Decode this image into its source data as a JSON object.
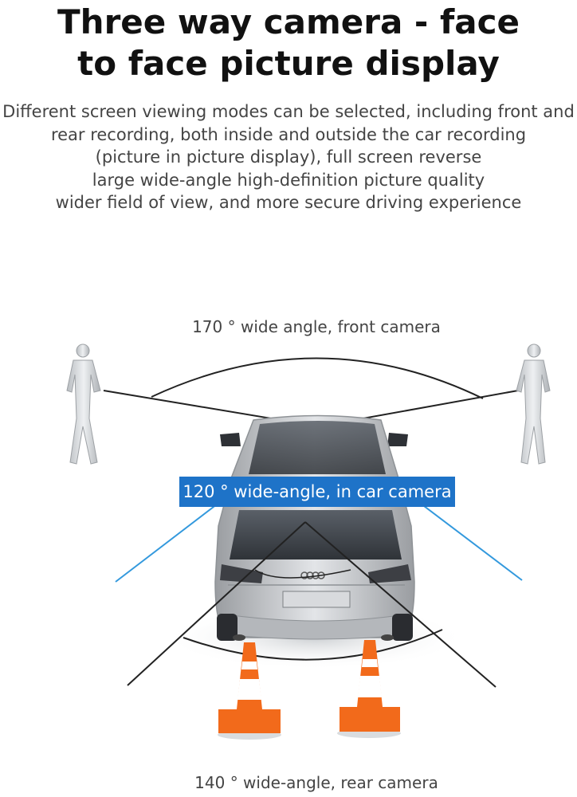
{
  "title": "Three way camera - face to face picture display",
  "description_lines": [
    "Different screen viewing modes can be selected, including front and",
    "rear recording, both inside and outside the car recording",
    "(picture in picture display), full screen reverse",
    "large wide-angle high-definition picture quality",
    "wider field of view, and more secure driving experience"
  ],
  "labels": {
    "front_camera": "170 ° wide angle, front camera",
    "in_car_camera": "120 ° wide-angle, in car camera",
    "rear_camera": "140 ° wide-angle, rear camera"
  },
  "colors": {
    "in_car_label_bg": "#1e73c8",
    "field_of_view_lines": "#3399dd",
    "cone_orange": "#f26a1b",
    "car_silver": "#c9cbce"
  }
}
